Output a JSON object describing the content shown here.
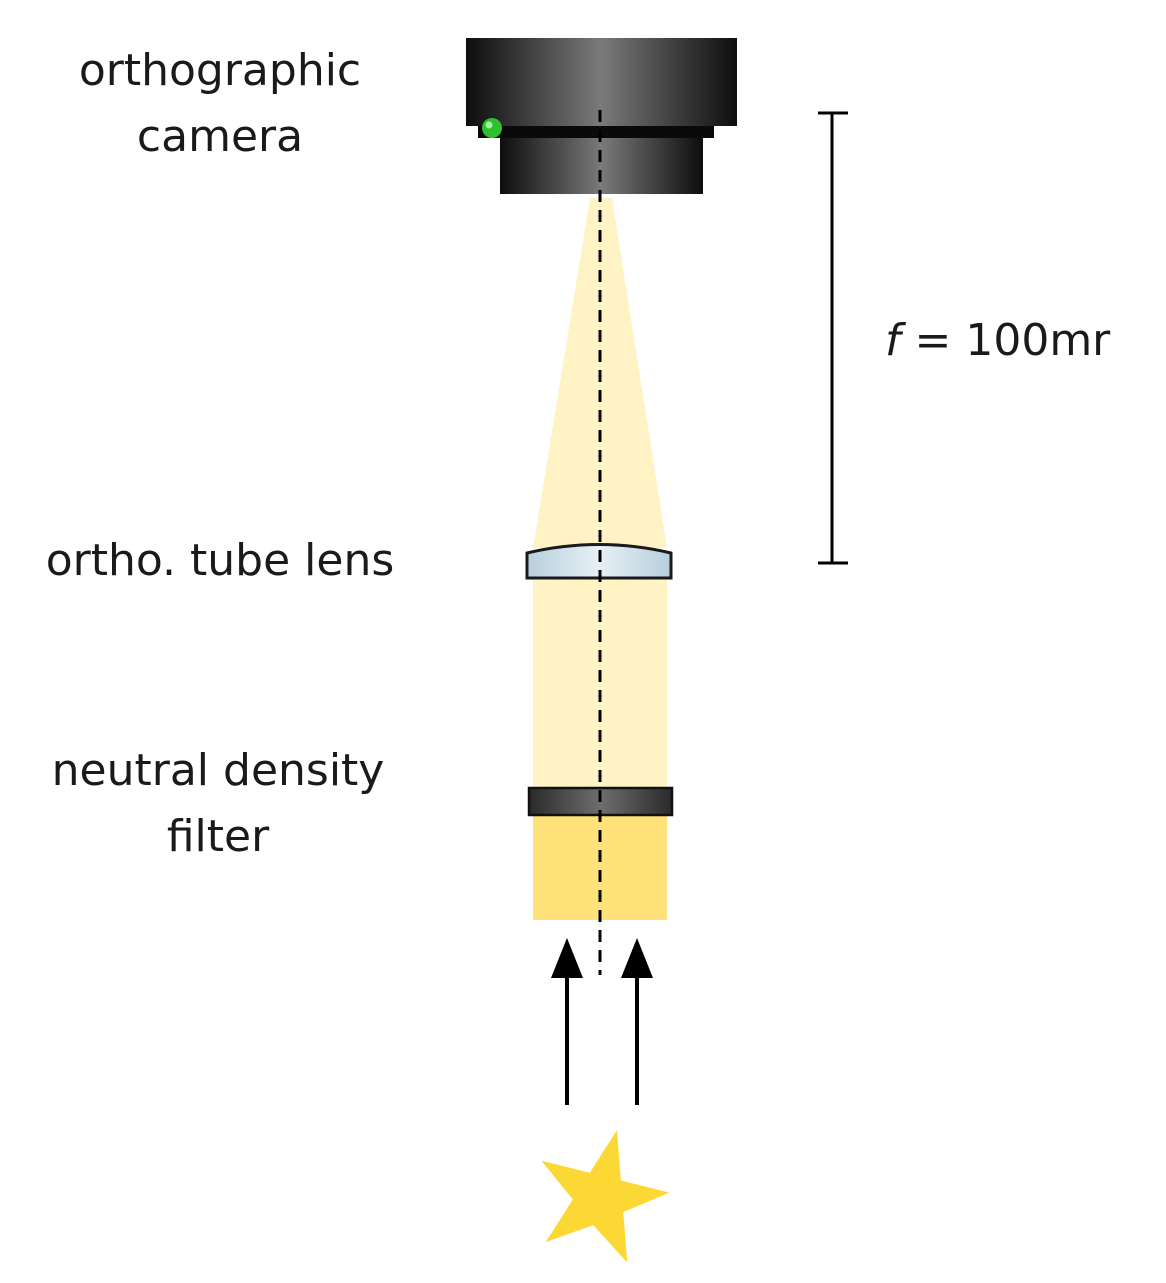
{
  "labels": {
    "camera_line1": "orthographic",
    "camera_line2": "camera",
    "tube_lens": "ortho. tube lens",
    "filter_line1": "neutral density",
    "filter_line2": "filter",
    "focal_symbol": "f",
    "focal_value": " = 100mr"
  },
  "colors": {
    "light_beam": "#fff3c6",
    "filtered_beam": "#ffe27a",
    "star": "#fcd834",
    "camera_body": "#1c1c1c",
    "lens_glass": "#c9dde7",
    "indicator_led": "#2ec02e"
  },
  "icons": {
    "source": "star-icon",
    "indicator": "led-icon"
  }
}
